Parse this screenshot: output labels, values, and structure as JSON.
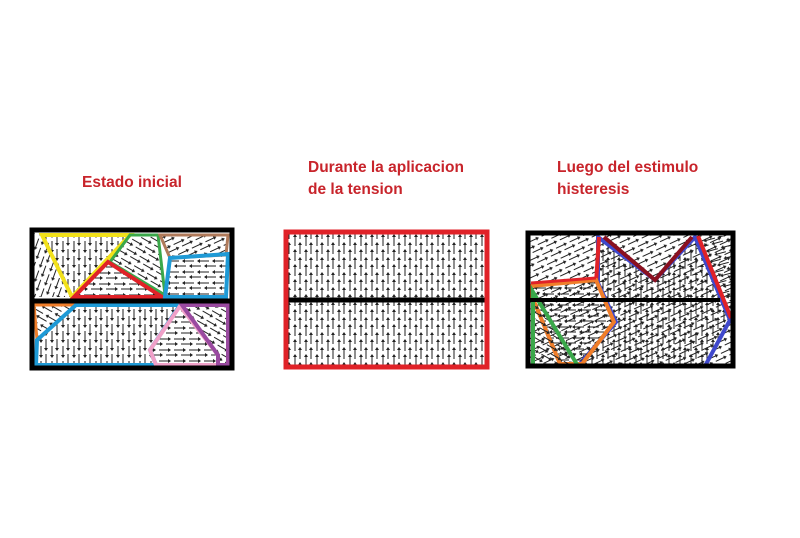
{
  "panels": [
    {
      "title_line1": "Estado inicial",
      "title_line2": ""
    },
    {
      "title_line1": "Durante la aplicacion",
      "title_line2": "de la tension"
    },
    {
      "title_line1": "Luego del estimulo",
      "title_line2": "histeresis"
    }
  ],
  "colors": {
    "label": "#c8242b",
    "yellow": "#f2e11b",
    "green": "#3aa84a",
    "red": "#e02228",
    "brown": "#b07a5a",
    "blue_cyan": "#1e9ad6",
    "orange": "#f07e2a",
    "pink": "#f0a0c8",
    "purple": "#9a4aa0",
    "blue": "#3f48cc",
    "dark_red": "#8a1020"
  }
}
